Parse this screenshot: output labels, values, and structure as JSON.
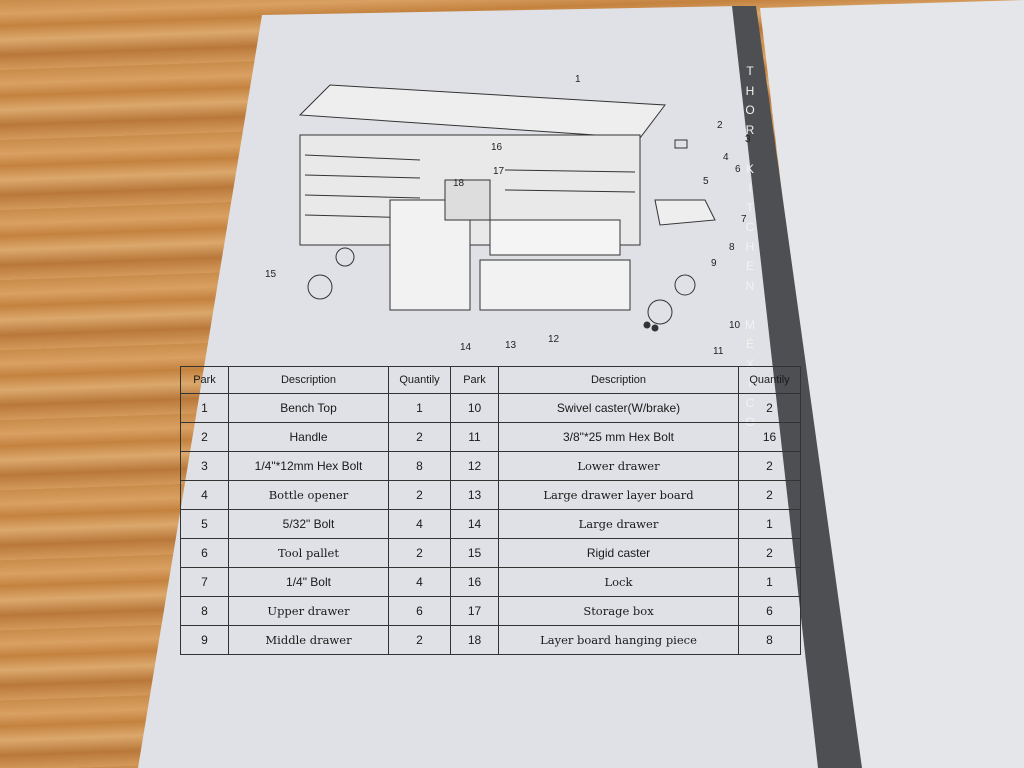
{
  "brand_strip": "THOR KITCHEN MÉXICO",
  "diagram": {
    "callouts": [
      "1",
      "2",
      "3",
      "4",
      "5",
      "6",
      "7",
      "8",
      "9",
      "10",
      "11",
      "12",
      "13",
      "14",
      "15",
      "16",
      "17",
      "18"
    ]
  },
  "table": {
    "headers": [
      "Park",
      "Description",
      "Quantily",
      "Park",
      "Description",
      "Quantily"
    ],
    "rows": [
      {
        "p1": "1",
        "d1": "Bench Top",
        "q1": "1",
        "p2": "10",
        "d2": "Swivel caster(W/brake)",
        "q2": "2"
      },
      {
        "p1": "2",
        "d1": "Handle",
        "q1": "2",
        "p2": "11",
        "d2": "3/8\"*25 mm Hex Bolt",
        "q2": "16"
      },
      {
        "p1": "3",
        "d1": "1/4\"*12mm Hex Bolt",
        "q1": "8",
        "p2": "12",
        "d2": "Lower drawer",
        "q2": "2"
      },
      {
        "p1": "4",
        "d1": "Bottle opener",
        "q1": "2",
        "p2": "13",
        "d2": "Large drawer layer board",
        "q2": "2"
      },
      {
        "p1": "5",
        "d1": "5/32\" Bolt",
        "q1": "4",
        "p2": "14",
        "d2": "Large drawer",
        "q2": "1"
      },
      {
        "p1": "6",
        "d1": "Tool pallet",
        "q1": "2",
        "p2": "15",
        "d2": "Rigid caster",
        "q2": "2"
      },
      {
        "p1": "7",
        "d1": "1/4\" Bolt",
        "q1": "4",
        "p2": "16",
        "d2": "Lock",
        "q2": "1"
      },
      {
        "p1": "8",
        "d1": "Upper drawer",
        "q1": "6",
        "p2": "17",
        "d2": "Storage box",
        "q2": "6"
      },
      {
        "p1": "9",
        "d1": "Middle drawer",
        "q1": "2",
        "p2": "18",
        "d2": "Layer board hanging piece",
        "q2": "8"
      }
    ]
  }
}
